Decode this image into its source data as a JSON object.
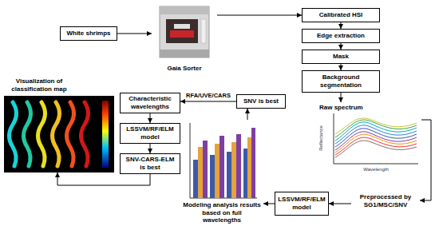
{
  "diagram": {
    "nodes": [
      {
        "text": [
          "White shrimps"
        ]
      },
      {
        "text": [
          "Gaia Sorter"
        ]
      },
      {
        "text": [
          "Calibrated HSI"
        ]
      },
      {
        "text": [
          "Edge extraction"
        ]
      },
      {
        "text": [
          "Mask"
        ]
      },
      {
        "text": [
          "Background segmentation"
        ]
      },
      {
        "text": [
          "Visualization of classification map"
        ]
      },
      {
        "text": [
          "Characteristic wavelengths"
        ]
      },
      {
        "text": [
          "SNV is best"
        ]
      },
      {
        "text": [
          "LSSVM/RF/ELM model"
        ]
      },
      {
        "text": [
          "SNV-CARS-ELM is best"
        ]
      },
      {
        "text": [
          "Raw spectrum"
        ]
      },
      {
        "text": [
          "Modeling analysis results based on full wavelengths"
        ]
      },
      {
        "text": [
          "LSSVM/RF/ELM model"
        ]
      },
      {
        "text": [
          "Preprocessed by SG1/MSC/SNV"
        ]
      }
    ],
    "edges": [
      {
        "from": 0,
        "to": 1,
        "arrow": "to"
      },
      {
        "from": 1,
        "to": 2,
        "arrow": "to"
      },
      {
        "from": 2,
        "to": 3,
        "arrow": "to"
      },
      {
        "from": 3,
        "to": 4,
        "arrow": "to"
      },
      {
        "from": 4,
        "to": 5,
        "arrow": "to"
      },
      {
        "from": 5,
        "to": 11,
        "arrow": "to"
      },
      {
        "from": 11,
        "to": 14,
        "arrow": "to"
      },
      {
        "from": 14,
        "to": 13,
        "arrow": "to"
      },
      {
        "from": 13,
        "to": 12,
        "arrow": "to"
      },
      {
        "from": 12,
        "to": 8,
        "arrow": "to"
      },
      {
        "from": 8,
        "to": 7,
        "label": "RFA/UVE/CARS",
        "arrow": "to"
      },
      {
        "from": 7,
        "to": 9,
        "arrow": "to"
      },
      {
        "from": 9,
        "to": 10,
        "arrow": "to"
      },
      {
        "from": 10,
        "to": 6,
        "arrow": "to"
      }
    ],
    "labels": [
      "Reflectance",
      "Wavelength"
    ]
  }
}
